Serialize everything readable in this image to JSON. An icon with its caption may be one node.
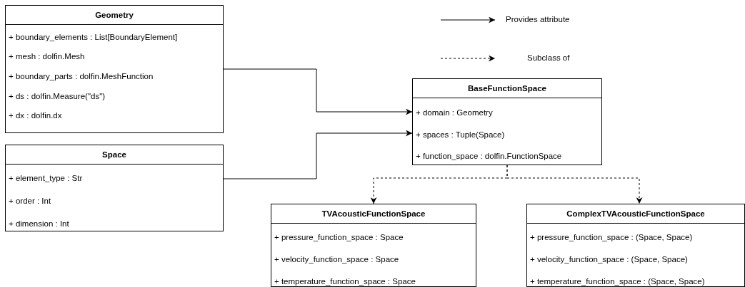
{
  "diagram": {
    "nodes": [
      {
        "text": [
          "Geometry",
          "+ boundary_elements : List[BoundaryElement]",
          "+ mesh : dolfin.Mesh",
          "+ boundary_parts : dolfin.MeshFunction",
          "+ ds : dolfin.Measure(\"ds\")",
          "+ dx : dolfin.dx"
        ]
      },
      {
        "text": [
          "Space",
          "+ element_type : Str",
          "+ order : Int",
          "+ dimension : Int"
        ]
      },
      {
        "text": [
          "BaseFunctionSpace",
          "+ domain : Geometry",
          "+ spaces : Tuple(Space)",
          "+ function_space : dolfin.FunctionSpace"
        ]
      },
      {
        "text": [
          "TVAcousticFunctionSpace",
          "+ pressure_function_space : Space",
          "+ velocity_function_space : Space",
          "+ temperature_function_space : Space"
        ]
      },
      {
        "text": [
          "ComplexTVAcousticFunctionSpace",
          "+ pressure_function_space : (Space, Space)",
          "+ velocity_function_space : (Space, Space)",
          "+ temperature_function_space : (Space, Space)"
        ]
      }
    ],
    "edges": [
      {
        "from": 0,
        "to": 2,
        "arrow": "to"
      },
      {
        "from": 1,
        "to": 2,
        "arrow": "to"
      },
      {
        "from": 2,
        "to": 3,
        "arrow": "to",
        "style": "dashed"
      },
      {
        "from": 2,
        "to": 4,
        "arrow": "to",
        "style": "dashed"
      }
    ],
    "legend": [
      {
        "text": "Provides attribute"
      },
      {
        "text": "Subclass of"
      }
    ]
  }
}
